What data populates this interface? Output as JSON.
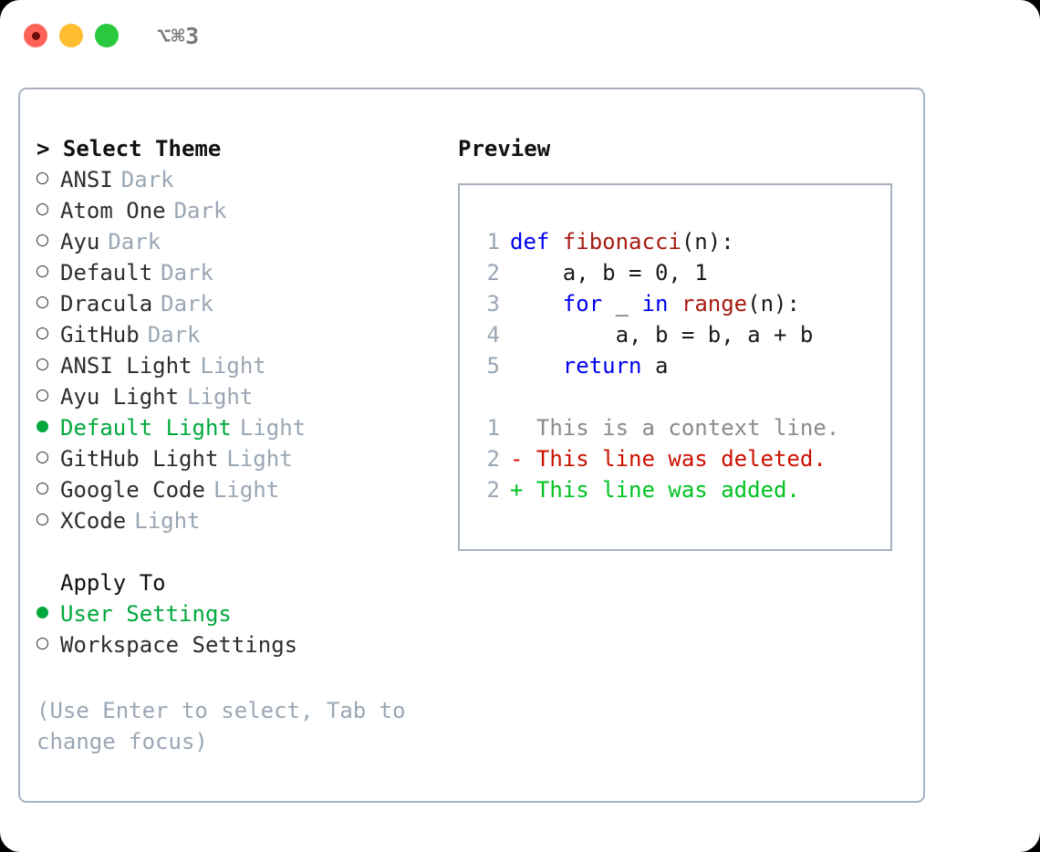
{
  "window": {
    "title": "⌥⌘3",
    "traffic_lights": [
      {
        "name": "close",
        "color": "#ff6259"
      },
      {
        "name": "minimize",
        "color": "#ffbd2f"
      },
      {
        "name": "maximize",
        "color": "#28c93f"
      }
    ]
  },
  "colors": {
    "accent_green": "#00a83c",
    "muted": "#9aa6b4",
    "border": "#a7b1bf",
    "keyword_blue": "#0000ee",
    "function_red": "#a61b10",
    "diff_added": "#00c322",
    "diff_deleted": "#cc1100",
    "diff_context": "#8a8a8a"
  },
  "theme_picker": {
    "heading": "> Select Theme",
    "items": [
      {
        "marker": "o",
        "label": "ANSI",
        "tag": "Dark",
        "selected": false
      },
      {
        "marker": "o",
        "label": "Atom One",
        "tag": "Dark",
        "selected": false
      },
      {
        "marker": "o",
        "label": "Ayu",
        "tag": "Dark",
        "selected": false
      },
      {
        "marker": "o",
        "label": "Default",
        "tag": "Dark",
        "selected": false
      },
      {
        "marker": "o",
        "label": "Dracula",
        "tag": "Dark",
        "selected": false
      },
      {
        "marker": "o",
        "label": "GitHub",
        "tag": "Dark",
        "selected": false
      },
      {
        "marker": "o",
        "label": "ANSI Light",
        "tag": "Light",
        "selected": false
      },
      {
        "marker": "o",
        "label": "Ayu Light",
        "tag": "Light",
        "selected": false
      },
      {
        "marker": "●",
        "label": "Default Light",
        "tag": "Light",
        "selected": true
      },
      {
        "marker": "o",
        "label": "GitHub Light",
        "tag": "Light",
        "selected": false
      },
      {
        "marker": "o",
        "label": "Google Code",
        "tag": "Light",
        "selected": false
      },
      {
        "marker": "o",
        "label": "XCode",
        "tag": "Light",
        "selected": false
      }
    ]
  },
  "apply_to": {
    "heading": "Apply To",
    "items": [
      {
        "marker": "●",
        "label": "User Settings",
        "selected": true
      },
      {
        "marker": "o",
        "label": "Workspace Settings",
        "selected": false
      }
    ]
  },
  "hint": "(Use Enter to select, Tab to change focus)",
  "preview": {
    "heading": "Preview",
    "code_lines": [
      {
        "number": "1",
        "tokens": [
          {
            "text": "def ",
            "type": "keyword"
          },
          {
            "text": "fibonacci",
            "type": "function"
          },
          {
            "text": "(n):",
            "type": "plain"
          }
        ]
      },
      {
        "number": "2",
        "tokens": [
          {
            "text": "    a, b = 0, 1",
            "type": "plain"
          }
        ]
      },
      {
        "number": "3",
        "tokens": [
          {
            "text": "    ",
            "type": "plain"
          },
          {
            "text": "for",
            "type": "keyword"
          },
          {
            "text": " _ ",
            "type": "plain"
          },
          {
            "text": "in",
            "type": "keyword"
          },
          {
            "text": " ",
            "type": "plain"
          },
          {
            "text": "range",
            "type": "function"
          },
          {
            "text": "(n):",
            "type": "plain"
          }
        ]
      },
      {
        "number": "4",
        "tokens": [
          {
            "text": "        a, b = b, a + b",
            "type": "plain"
          }
        ]
      },
      {
        "number": "5",
        "tokens": [
          {
            "text": "    ",
            "type": "plain"
          },
          {
            "text": "return",
            "type": "keyword"
          },
          {
            "text": " a",
            "type": "plain"
          }
        ]
      }
    ],
    "diff_lines": [
      {
        "number": "1",
        "text": "  This is a context line.",
        "kind": "context"
      },
      {
        "number": "2",
        "text": "- This line was deleted.",
        "kind": "deleted"
      },
      {
        "number": "2",
        "text": "+ This line was added.",
        "kind": "added"
      }
    ]
  }
}
